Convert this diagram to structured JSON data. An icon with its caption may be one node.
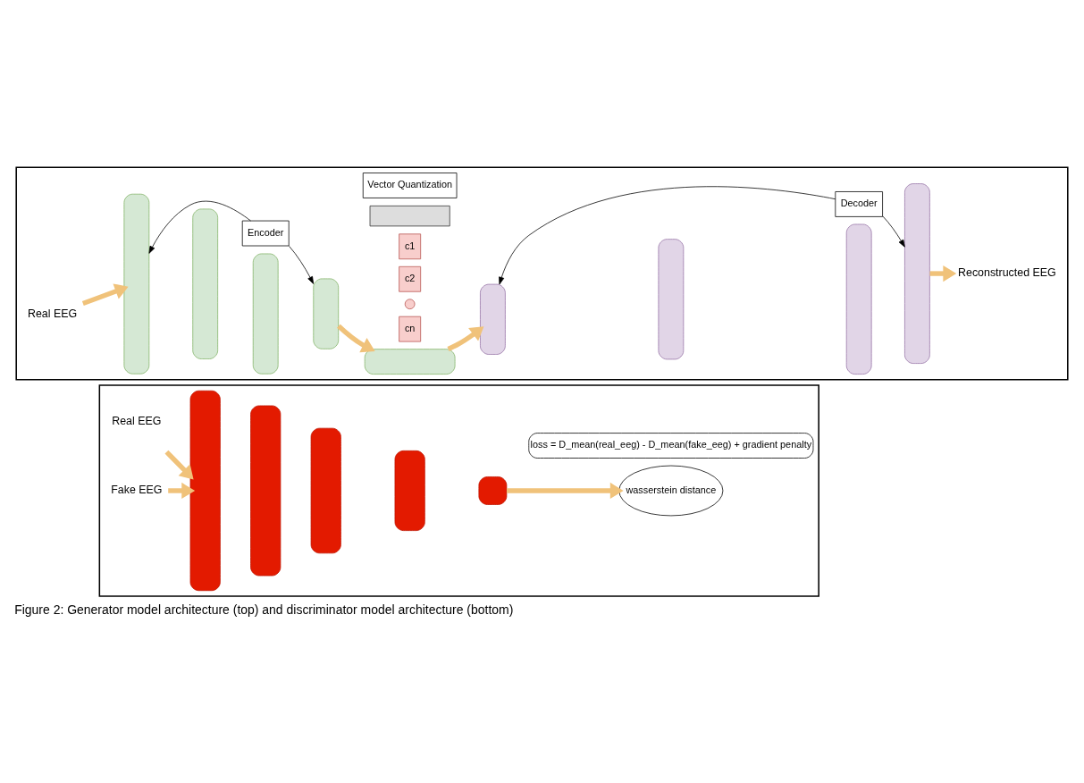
{
  "diagram": {
    "caption": "Figure 2: Generator model architecture (top) and discriminator model architecture (bottom)",
    "nodes": [
      {
        "text": [],
        "shape": "box"
      },
      {
        "text": [],
        "shape": "box"
      },
      {
        "text": [
          "Real EEG"
        ],
        "in": 0
      },
      {
        "text": [],
        "shape": "bar",
        "in": 0
      },
      {
        "text": [],
        "shape": "bar",
        "in": 0
      },
      {
        "text": [],
        "shape": "bar",
        "in": 0
      },
      {
        "text": [],
        "shape": "bar",
        "in": 0
      },
      {
        "text": [
          "Encoder"
        ],
        "in": 0
      },
      {
        "text": [
          "Vector Quantization"
        ],
        "in": 0
      },
      {
        "text": [],
        "shape": "box",
        "in": 0
      },
      {
        "text": [
          "c1"
        ],
        "in": 0
      },
      {
        "text": [
          "c2"
        ],
        "in": 0
      },
      {
        "text": [],
        "shape": "circle",
        "in": 0
      },
      {
        "text": [
          "cn"
        ],
        "in": 0
      },
      {
        "text": [],
        "shape": "bar",
        "in": 0
      },
      {
        "text": [],
        "shape": "bar",
        "in": 0
      },
      {
        "text": [],
        "shape": "bar",
        "in": 0
      },
      {
        "text": [],
        "shape": "bar",
        "in": 0
      },
      {
        "text": [],
        "shape": "bar",
        "in": 0
      },
      {
        "text": [
          "Decoder"
        ],
        "in": 0
      },
      {
        "text": [
          "Reconstructed EEG"
        ],
        "in": 0
      },
      {
        "text": [
          "Real EEG"
        ],
        "in": 1
      },
      {
        "text": [
          "Fake EEG"
        ],
        "in": 1
      },
      {
        "text": [],
        "shape": "bar",
        "in": 1
      },
      {
        "text": [],
        "shape": "bar",
        "in": 1
      },
      {
        "text": [],
        "shape": "bar",
        "in": 1
      },
      {
        "text": [],
        "shape": "bar",
        "in": 1
      },
      {
        "text": [],
        "shape": "box",
        "in": 1
      },
      {
        "text": [
          "wasserstein distance"
        ],
        "in": 1
      },
      {
        "text": [
          "loss = D_mean(real_eeg) - D_mean(fake_eeg) + gradient penalty"
        ],
        "in": 1
      }
    ],
    "edges": [
      {
        "from": 2,
        "to": 3,
        "arrow": "to"
      },
      {
        "from": 7,
        "to": 3,
        "arrow": "to",
        "color": "#000000"
      },
      {
        "from": 7,
        "to": 6,
        "arrow": "to",
        "color": "#000000"
      },
      {
        "from": 6,
        "to": 14,
        "arrow": "to"
      },
      {
        "from": 14,
        "to": 15,
        "arrow": "to"
      },
      {
        "from": 19,
        "to": 15,
        "arrow": "to",
        "color": "#000000"
      },
      {
        "from": 19,
        "to": 18,
        "arrow": "to",
        "color": "#000000"
      },
      {
        "from": 18,
        "to": 20,
        "arrow": "to"
      },
      {
        "from": 21,
        "to": 23,
        "arrow": "to"
      },
      {
        "from": 22,
        "to": 23,
        "arrow": "to"
      },
      {
        "from": 27,
        "to": 28,
        "arrow": "to"
      }
    ]
  }
}
